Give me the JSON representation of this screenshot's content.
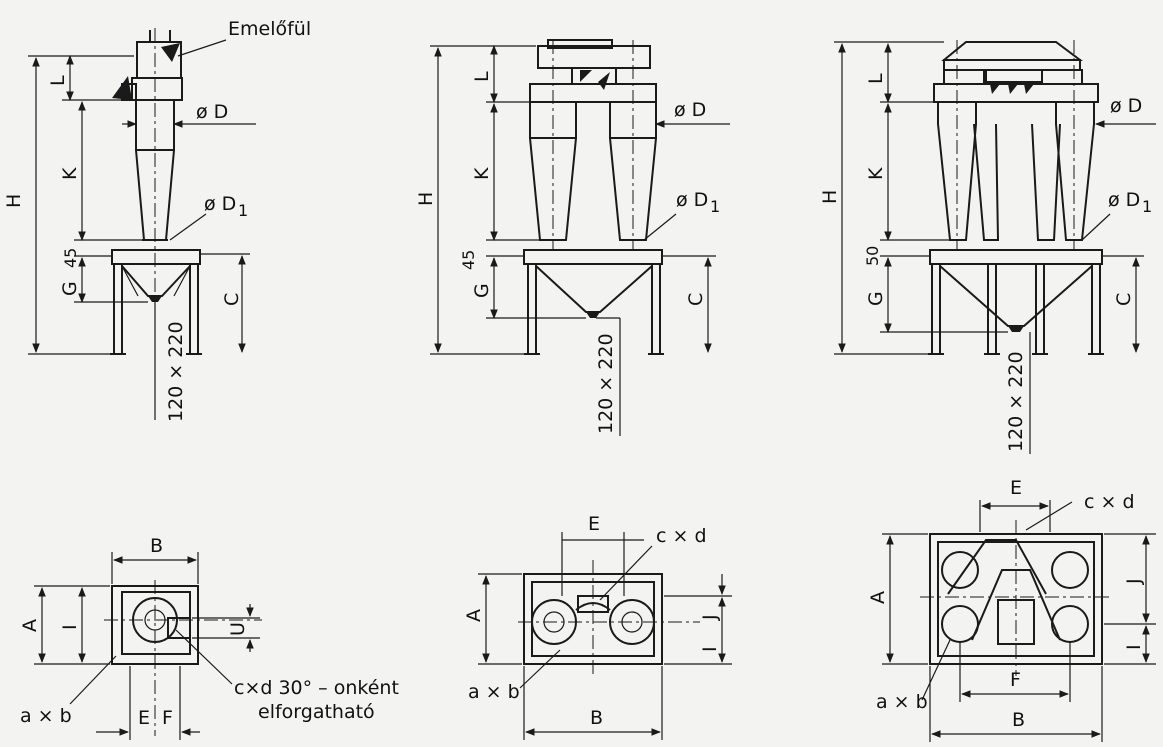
{
  "labels": {
    "emeloful": "Emelőfül",
    "phi_d": "ø D",
    "phi_d1": "ø D",
    "sub_1": "1",
    "H": "H",
    "L": "L",
    "K": "K",
    "G": "G",
    "C": "C",
    "A": "A",
    "B": "B",
    "I": "I",
    "J": "J",
    "U": "U",
    "E": "E",
    "F": "F",
    "dim_45": "45",
    "dim_50": "50",
    "opening": "120 × 220",
    "axb": "a × b",
    "cxd": "c × d",
    "rotate_line1": "c×d 30° – onként",
    "rotate_line2": "elforgatható"
  }
}
